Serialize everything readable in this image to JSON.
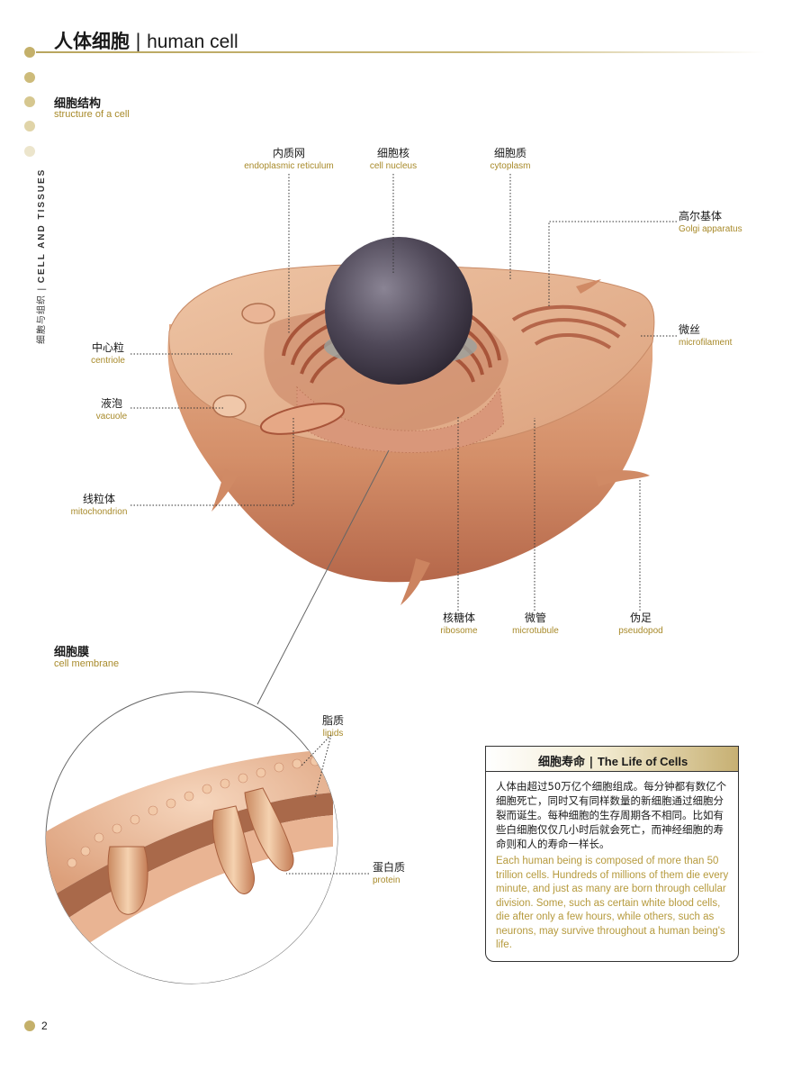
{
  "header": {
    "title_zh": "人体细胞",
    "separator": "|",
    "title_en": "human cell"
  },
  "sidebar": {
    "label_zh": "细胞与组织",
    "separator": "|",
    "label_en": "CELL AND TISSUES"
  },
  "colors": {
    "accent": "#b8a55e",
    "gold_text": "#a88a2a",
    "cell_skin": "#d9906a",
    "nucleus": "#4a4452"
  },
  "sections": {
    "structure": {
      "zh": "细胞结构",
      "en": "structure of a cell"
    },
    "membrane": {
      "zh": "细胞膜",
      "en": "cell membrane"
    }
  },
  "labels": {
    "er": {
      "zh": "内质网",
      "en": "endoplasmic reticulum"
    },
    "nucleus": {
      "zh": "细胞核",
      "en": "cell nucleus"
    },
    "cytoplasm": {
      "zh": "细胞质",
      "en": "cytoplasm"
    },
    "golgi": {
      "zh": "高尔基体",
      "en": "Golgi apparatus"
    },
    "microfilament": {
      "zh": "微丝",
      "en": "microfilament"
    },
    "centriole": {
      "zh": "中心粒",
      "en": "centriole"
    },
    "vacuole": {
      "zh": "液泡",
      "en": "vacuole"
    },
    "mitochondrion": {
      "zh": "线粒体",
      "en": "mitochondrion"
    },
    "ribosome": {
      "zh": "核糖体",
      "en": "ribosome"
    },
    "microtubule": {
      "zh": "微管",
      "en": "microtubule"
    },
    "pseudopod": {
      "zh": "伪足",
      "en": "pseudopod"
    },
    "lipids": {
      "zh": "脂质",
      "en": "lipids"
    },
    "protein": {
      "zh": "蛋白质",
      "en": "protein"
    }
  },
  "info_box": {
    "title_zh": "细胞寿命",
    "separator": "|",
    "title_en": "The Life of Cells",
    "body_zh": "人体由超过50万亿个细胞组成。每分钟都有数亿个细胞死亡，同时又有同样数量的新细胞通过细胞分裂而诞生。每种细胞的生存周期各不相同。比如有些白细胞仅仅几小时后就会死亡，而神经细胞的寿命则和人的寿命一样长。",
    "body_en": "Each human being is composed of more than 50 trillion cells. Hundreds of millions of them die every minute, and just as many are born through cellular division. Some, such as certain white blood cells, die after only a few hours, while others, such as neurons, may survive throughout a human being's life."
  },
  "footer": {
    "page_number": "2"
  }
}
